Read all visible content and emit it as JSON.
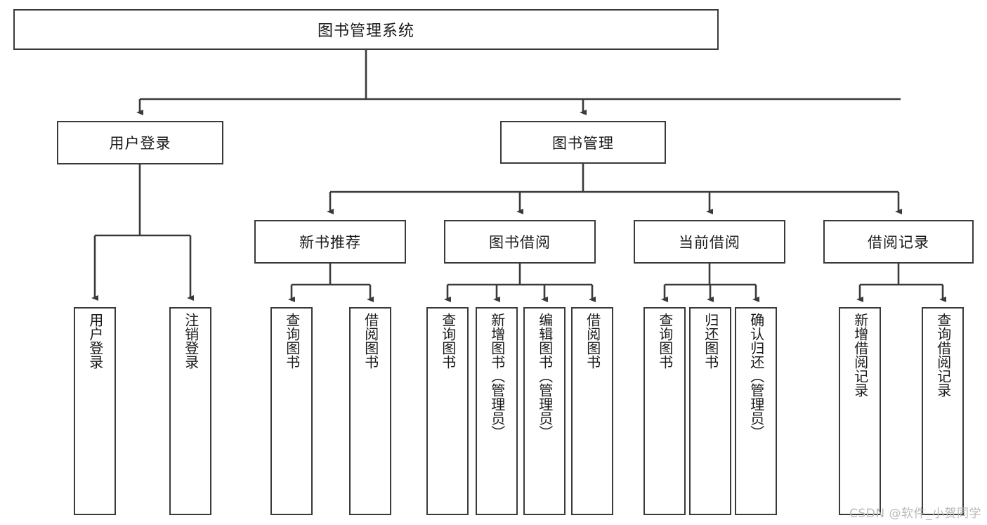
{
  "diagram": {
    "title": "图书管理系统",
    "type": "tree",
    "watermark": "CSDN @软件_小贺同学",
    "colors": {
      "border": "#3a3a3a",
      "background": "#ffffff",
      "text": "#1a1a1a",
      "watermark": "#b9b9b9"
    },
    "nodes": {
      "root": {
        "label": "图书管理系统"
      },
      "level2": [
        {
          "id": "user-login",
          "label": "用户登录"
        },
        {
          "id": "book-management",
          "label": "图书管理"
        }
      ],
      "level3": [
        {
          "id": "new-book-recommend",
          "label": "新书推荐"
        },
        {
          "id": "book-borrow",
          "label": "图书借阅"
        },
        {
          "id": "current-borrow",
          "label": "当前借阅"
        },
        {
          "id": "borrow-record",
          "label": "借阅记录"
        }
      ],
      "leaves": {
        "user-login": [
          {
            "id": "leaf-user-login",
            "label": "用户登录"
          },
          {
            "id": "leaf-logout-login",
            "label": "注销登录"
          }
        ],
        "new-book-recommend": [
          {
            "id": "leaf-query-book-1",
            "label": "查询图书"
          },
          {
            "id": "leaf-borrow-book-1",
            "label": "借阅图书"
          }
        ],
        "book-borrow": [
          {
            "id": "leaf-query-book-2",
            "label": "查询图书"
          },
          {
            "id": "leaf-add-book",
            "label": "新增图书（管理员）"
          },
          {
            "id": "leaf-edit-book",
            "label": "编辑图书（管理员）"
          },
          {
            "id": "leaf-borrow-book-2",
            "label": "借阅图书"
          }
        ],
        "current-borrow": [
          {
            "id": "leaf-query-book-3",
            "label": "查询图书"
          },
          {
            "id": "leaf-return-book",
            "label": "归还图书"
          },
          {
            "id": "leaf-confirm-return",
            "label": "确认归还（管理员）"
          }
        ],
        "borrow-record": [
          {
            "id": "leaf-add-borrow-record",
            "label": "新增借阅记录"
          },
          {
            "id": "leaf-query-borrow-record",
            "label": "查询借阅记录"
          }
        ]
      }
    }
  }
}
